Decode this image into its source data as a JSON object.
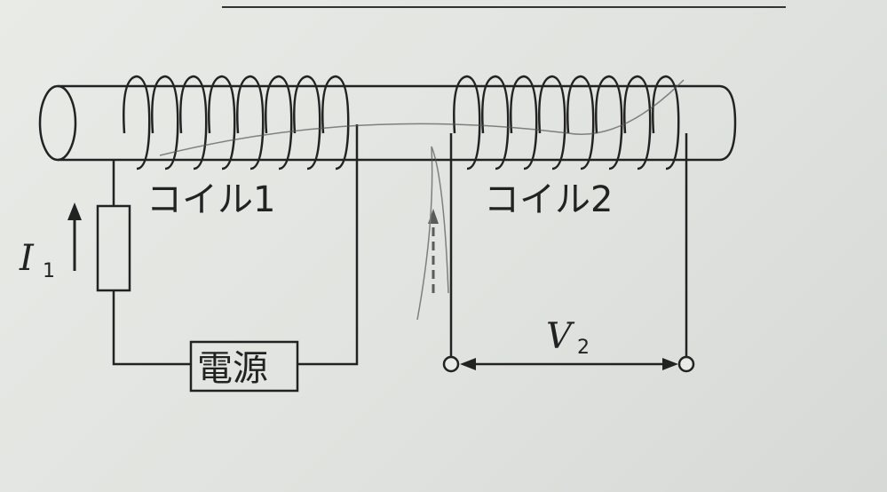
{
  "diagram": {
    "coil1_label": "コイル1",
    "coil2_label": "コイル2",
    "current_symbol": "I",
    "current_subscript": "1",
    "voltage_symbol": "V",
    "voltage_subscript": "2",
    "power_source_label": "電源"
  },
  "colors": {
    "ink": "#222222",
    "paper": "#e4e6e2"
  }
}
